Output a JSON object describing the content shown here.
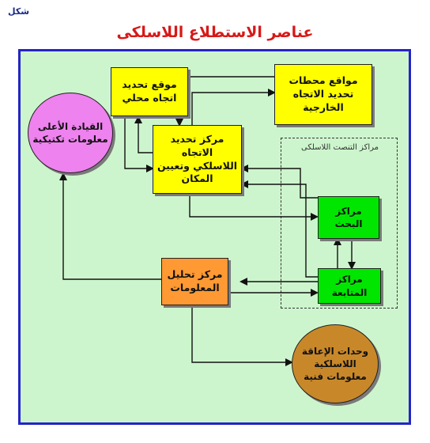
{
  "corner_label": "شكل",
  "title": "عناصر الاستطلاع اللاسلكى",
  "group_label": "مراكز التنصت اللاسلكى",
  "nodes": {
    "local_df": "موقع تحديد\nاتجاه محلي",
    "external_df": "مواقع محطات\nتحديد الاتجاه\nالخارجية",
    "df_center": "مركز تحديد الاتجاه\nاللاسلكي وتعيين\nالمكان",
    "search_centers": "مراكز البحث",
    "tracking_centers": "مراكز المتابعة",
    "analysis_center": "مركز تحليل\nالمعلومات",
    "high_command": "القيادة الأعلى\nمعلومات تكتيكية",
    "jamming_units": "وحدات الإعاقة\nاللاسلكية\nمعلومات فنية"
  },
  "colors": {
    "frame_bg": "#cdf5cd",
    "frame_border": "#2424c8",
    "title": "#d81818",
    "yellow": "#ffff00",
    "green": "#00e600",
    "orange": "#ff9933",
    "pink": "#ee82ee",
    "brown": "#c8882a"
  }
}
